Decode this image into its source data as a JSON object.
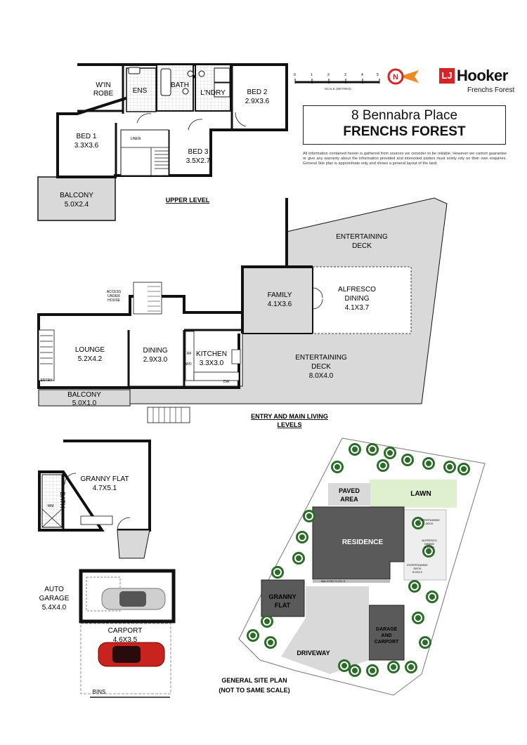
{
  "header": {
    "address_line1": "8 Bennabra Place",
    "address_line2": "FRENCHS FOREST",
    "disclaimer": "All information contained herein is gathered from sources we consider to be reliable. However we cannot guarantee or give any warranty about the information provided and interested parties must solely rely on their own enquiries. General Site plan is approximate only and shows a general layout of the land.",
    "agency_mark": "LJ",
    "agency_name": "Hooker",
    "agency_office": "Frenchs Forest",
    "scale_label": "SCALE (METRES)",
    "scale_ticks": [
      "0",
      "1",
      "2",
      "3",
      "4",
      "5"
    ],
    "compass_label": "N",
    "colors": {
      "brand_red": "#d6252a",
      "brand_orange": "#f08a1e",
      "deck_gray": "#d9d9d9",
      "wall": "#111111",
      "lawn": "#dff0cf"
    }
  },
  "upper": {
    "section_label": "UPPER LEVEL",
    "rooms": {
      "wir": [
        "W'IN",
        "ROBE"
      ],
      "ens": "ENS",
      "bath": "BATH",
      "laundry": "L'NDRY",
      "bed2": [
        "BED 2",
        "2.9X3.6"
      ],
      "bed1": [
        "BED 1",
        "3.3X3.6"
      ],
      "linen": "LINEN",
      "bed3": [
        "BED 3",
        "3.5X2.7"
      ],
      "balcony": [
        "BALCONY",
        "5.0X2.4"
      ]
    }
  },
  "main": {
    "section_label": [
      "ENTRY AND MAIN LIVING",
      "LEVELS"
    ],
    "rooms": {
      "ent_deck_top": [
        "ENTERTAINING",
        "DECK"
      ],
      "family": [
        "FAMILY",
        "4.1X3.6"
      ],
      "alfresco": [
        "ALFRESCO",
        "DINING",
        "4.1X3.7"
      ],
      "access": [
        "ACCESS",
        "UNDER",
        "HOUSE"
      ],
      "lounge": [
        "LOUNGE",
        "5.2X4.2"
      ],
      "dining": [
        "DINING",
        "2.9X3.0"
      ],
      "kitchen": [
        "KITCHEN",
        "3.3X3.0"
      ],
      "rf": "RF",
      "wo": "WO",
      "dw": "DW",
      "ent_deck_bottom": [
        "ENTERTAINING",
        "DECK",
        "8.0X4.0"
      ],
      "entry": "ENTRY",
      "balcony": [
        "BALCONY",
        "5.0X1.0"
      ]
    }
  },
  "granny": {
    "rooms": {
      "flat": [
        "GRANNY FLAT",
        "4.7X5.1"
      ],
      "bath": "BATH",
      "wm": "WM"
    }
  },
  "garage": {
    "auto": [
      "AUTO",
      "GARAGE",
      "5.4X4.0"
    ],
    "carport": [
      "CARPORT",
      "4.6X3.5"
    ],
    "bins": "BINS"
  },
  "site": {
    "paved": [
      "PAVED",
      "AREA"
    ],
    "lawn": "LAWN",
    "residence": "RESIDENCE",
    "ent_deck": [
      "ENTERTAINING",
      "DECK"
    ],
    "alfresco": [
      "ALFRESCO",
      "DINING",
      "4.1X3.7"
    ],
    "ent_deck2": [
      "ENTERTAINING",
      "DECK",
      "8.0X4.0"
    ],
    "balcony": "BALCONY 5.0X1.0",
    "granny": [
      "GRANNY",
      "FLAT"
    ],
    "garage": [
      "GARAGE",
      "AND",
      "CARPORT"
    ],
    "driveway": "DRIVEWAY",
    "caption": [
      "GENERAL SITE PLAN",
      "(NOT TO SAME SCALE)"
    ]
  }
}
